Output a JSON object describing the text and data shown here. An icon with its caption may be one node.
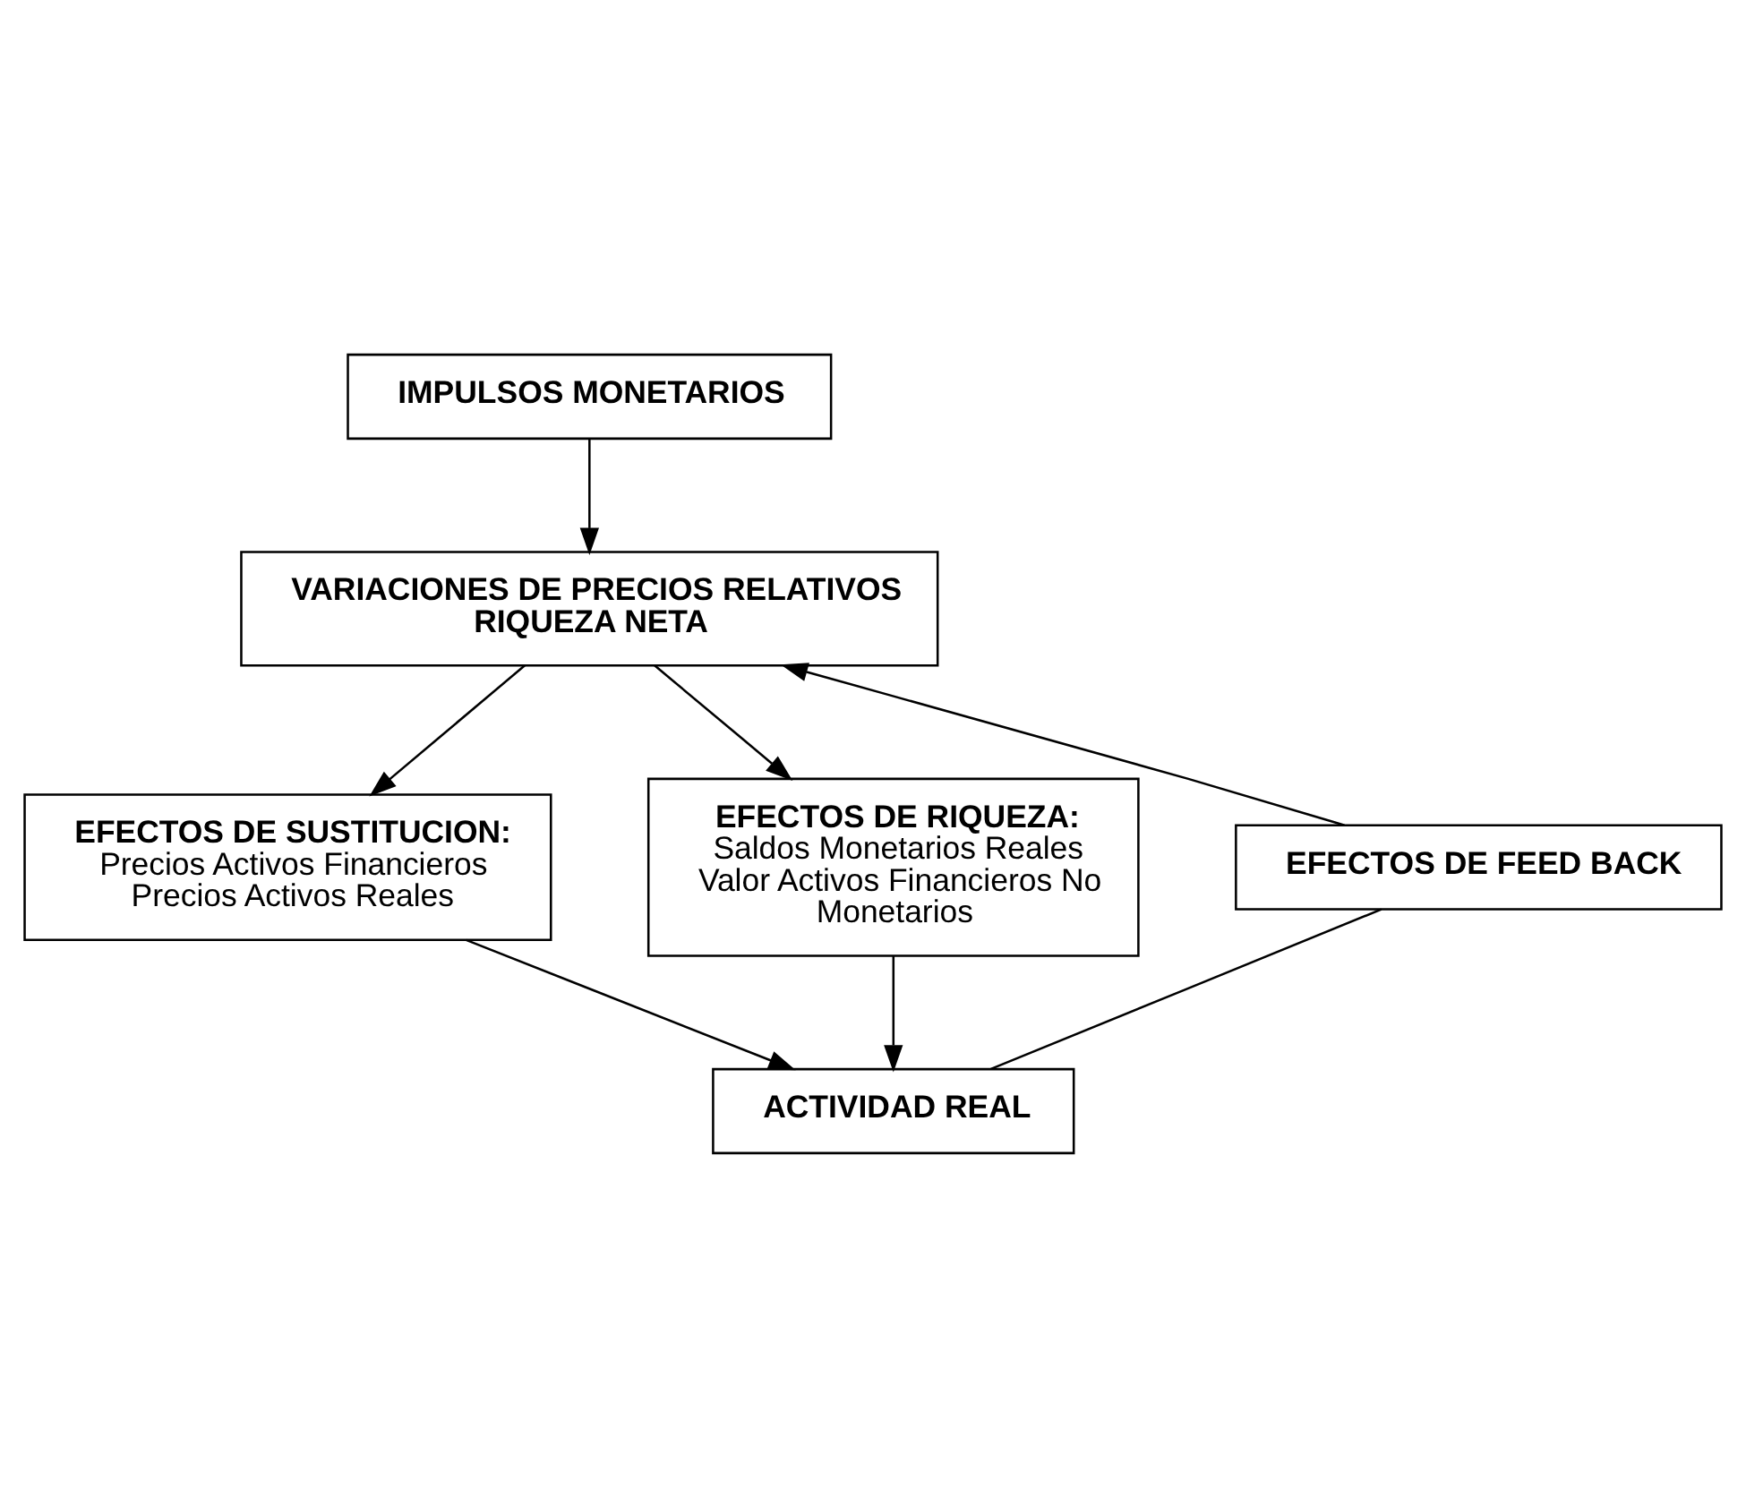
{
  "diagram": {
    "nodes": [
      {
        "text": [
          "IMPULSOS MONETARIOS"
        ]
      },
      {
        "text": [
          "VARIACIONES DE PRECIOS RELATIVOS RIQUEZA NETA"
        ]
      },
      {
        "text": [
          "EFECTOS DE SUSTITUCION:",
          "Precios Activos Financieros Precios Activos Reales"
        ]
      },
      {
        "text": [
          "EFECTOS DE FEED BACK"
        ]
      },
      {
        "text": [
          "EFECTOS DE RIQUEZA:",
          "Saldos Monetarios Reales Valor Activos Financieros No Monetarios"
        ]
      },
      {
        "text": [
          "ACTIVIDAD REAL"
        ]
      }
    ],
    "edges": [
      {
        "from": 0,
        "to": 1,
        "arrow": "to"
      },
      {
        "from": 1,
        "to": 2,
        "arrow": "to"
      },
      {
        "from": 1,
        "to": 4,
        "arrow": "to"
      },
      {
        "from": 3,
        "to": 1,
        "arrow": "to"
      },
      {
        "from": 2,
        "to": 5,
        "arrow": "to"
      },
      {
        "from": 4,
        "to": 5,
        "arrow": "to"
      },
      {
        "from": 3,
        "to": 5,
        "arrow": "none"
      }
    ]
  }
}
